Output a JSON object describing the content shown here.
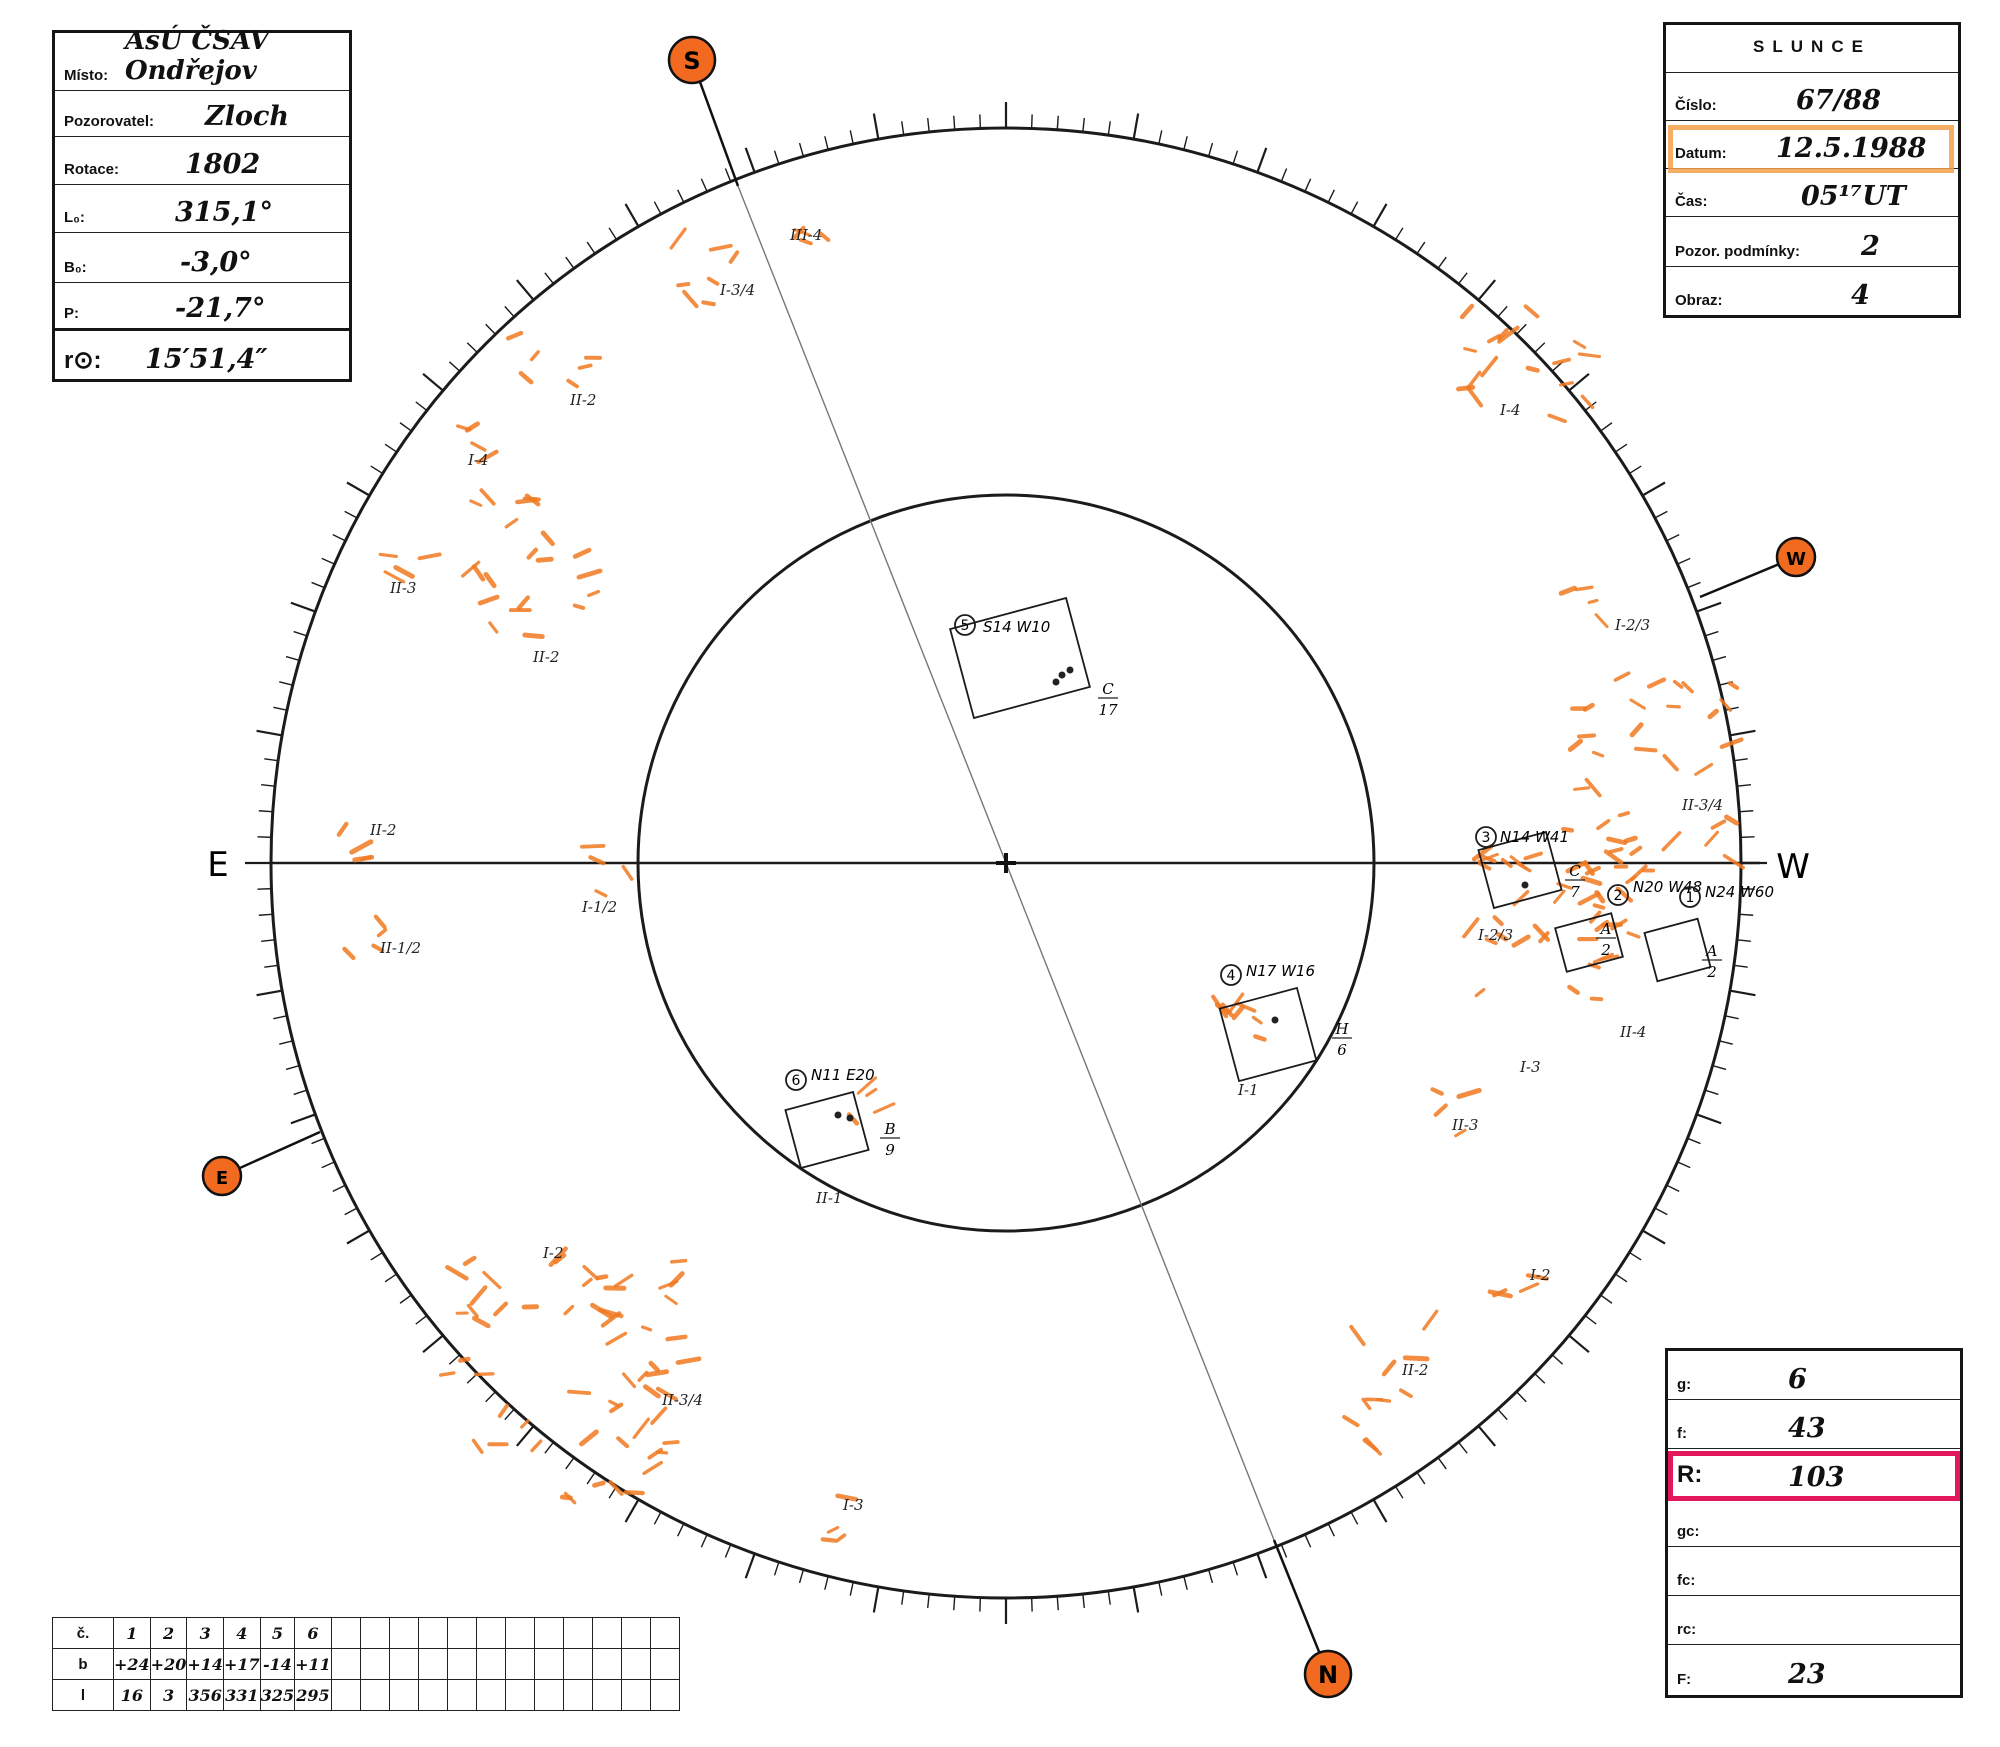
{
  "header": {
    "misto": {
      "label": "Místo:",
      "value": "AsÚ ČSAV Ondřejov"
    },
    "pozorovatel": {
      "label": "Pozorovatel:",
      "value": "Zloch"
    },
    "rotace": {
      "label": "Rotace:",
      "value": "1802"
    },
    "l0": {
      "label": "L₀:",
      "value": "315,1°"
    },
    "b0": {
      "label": "B₀:",
      "value": "-3,0°"
    },
    "p": {
      "label": "P:",
      "value": "-21,7°"
    },
    "r0": {
      "label": "r⊙:",
      "value": "15′51,4″"
    }
  },
  "info": {
    "title": "SLUNCE",
    "cislo": {
      "label": "Číslo:",
      "value": "67/88"
    },
    "datum": {
      "label": "Datum:",
      "value": "12.5.1988"
    },
    "cas": {
      "label": "Čas:",
      "value": "05¹⁷UT"
    },
    "podminky": {
      "label": "Pozor. podmínky:",
      "value": "2"
    },
    "obraz": {
      "label": "Obraz:",
      "value": "4"
    }
  },
  "results": [
    {
      "label": "g:",
      "value": "6"
    },
    {
      "label": "f:",
      "value": "43"
    },
    {
      "label": "R:",
      "value": "103"
    },
    {
      "label": "gc:",
      "value": ""
    },
    {
      "label": "fc:",
      "value": ""
    },
    {
      "label": "rc:",
      "value": ""
    },
    {
      "label": "F:",
      "value": "23"
    }
  ],
  "groups_table": {
    "row_labels": [
      "č.",
      "b",
      "l"
    ],
    "numbers": [
      "1",
      "2",
      "3",
      "4",
      "5",
      "6"
    ],
    "latitudes": [
      "+24",
      "+20",
      "+14",
      "+17",
      "-14",
      "+11"
    ],
    "longitudes": [
      "16",
      "3",
      "356",
      "331",
      "325",
      "295"
    ]
  },
  "compass": {
    "S": "S",
    "W": "W",
    "E": "E",
    "N": "N"
  },
  "axis_labels": {
    "E": "E",
    "W": "W"
  },
  "spot_groups": [
    {
      "num": "5",
      "label": "S14 W10",
      "class_top": "C",
      "class_bottom": "17"
    },
    {
      "num": "3",
      "label": "N14 W41",
      "class_top": "C",
      "class_bottom": "7"
    },
    {
      "num": "2",
      "label": "N20 W48",
      "class_top": "A",
      "class_bottom": "2"
    },
    {
      "num": "1",
      "label": "N24 W60",
      "class_top": "A",
      "class_bottom": "2"
    },
    {
      "num": "4",
      "label": "N17 W16",
      "class_top": "H",
      "class_bottom": "6"
    },
    {
      "num": "6",
      "label": "N11 E20",
      "class_top": "B",
      "class_bottom": "9"
    }
  ],
  "faculae_labels": [
    "III-4",
    "I-3/4",
    "II-2",
    "I-4",
    "II-3",
    "II-2",
    "II-2",
    "II-1/2",
    "I-1/2",
    "I-4",
    "I-2/3",
    "II-3/4",
    "I-2/3",
    "II-4",
    "I-3",
    "II-3",
    "I-2",
    "II-2",
    "I-1",
    "II-1",
    "I-2",
    "II-3/4",
    "I-3"
  ],
  "colors": {
    "facula": "#f07a22",
    "compass_fill": "#f26a1f",
    "r_box": "#e5175b",
    "datum_box": "#f5a04a"
  }
}
